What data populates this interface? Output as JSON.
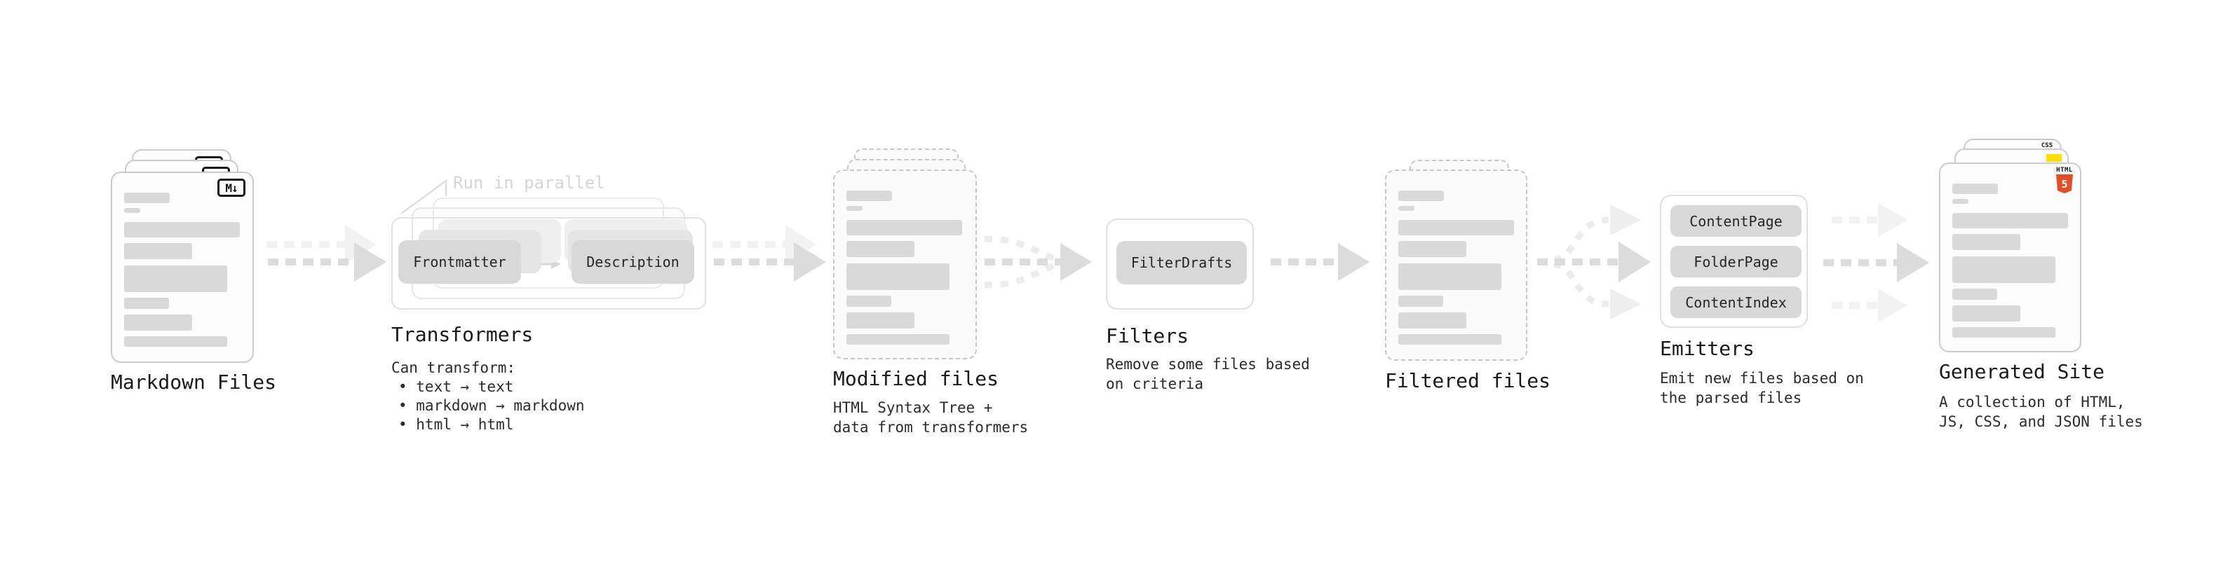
{
  "stages": {
    "markdown": {
      "title": "Markdown Files",
      "file_icon": "M↓"
    },
    "transformers": {
      "title": "Transformers",
      "parallel_note": "Run in parallel",
      "chips": [
        "Frontmatter",
        "Description"
      ],
      "caption_heading": "Can transform:",
      "bullets": [
        "• text → text",
        "• markdown → markdown",
        "• html → html"
      ]
    },
    "modified_files": {
      "title": "Modified files",
      "caption": "HTML Syntax Tree +\ndata from transformers"
    },
    "filters": {
      "title": "Filters",
      "chips": [
        "FilterDrafts"
      ],
      "caption": "Remove some files based\non criteria"
    },
    "filtered_files": {
      "title": "Filtered files"
    },
    "emitters": {
      "title": "Emitters",
      "chips": [
        "ContentPage",
        "FolderPage",
        "ContentIndex"
      ],
      "caption": "Emit new files based on\nthe parsed files"
    },
    "generated_site": {
      "title": "Generated Site",
      "caption": "A collection of HTML,\nJS, CSS, and JSON files",
      "css_icon": "CSS",
      "html_icon_label": "HTML",
      "html_icon_number": "5"
    }
  },
  "colors": {
    "html5_orange": "#e44d26",
    "html5_orange_light": "#f16529",
    "js_yellow": "#ffdf00",
    "css_blue": "#2965f1",
    "arrow_gray": "#dcdcdc",
    "chip_gray": "#d8d8d8"
  }
}
